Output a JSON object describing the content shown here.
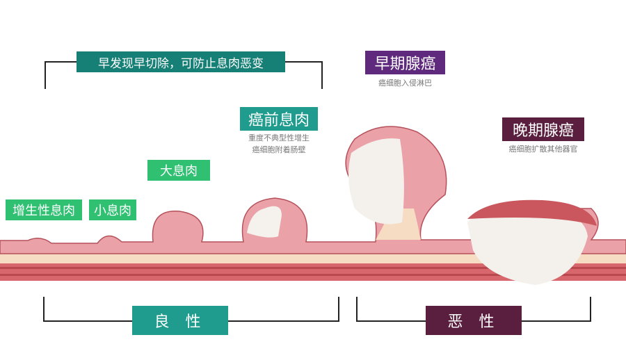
{
  "top_banner": "早发现早切除，可防止息肉恶变",
  "stages": [
    {
      "label": "增生性息肉"
    },
    {
      "label": "小息肉"
    },
    {
      "label": "大息肉"
    },
    {
      "label": "癌前息肉",
      "notes": [
        "重度不典型性增生",
        "癌细胞附着肠壁"
      ]
    },
    {
      "label": "早期腺癌",
      "notes": [
        "癌细胞入侵淋巴"
      ]
    },
    {
      "label": "晚期腺癌",
      "notes": [
        "癌细胞扩散其他器官"
      ]
    }
  ],
  "categories": {
    "benign": "良 性",
    "malignant": "恶 性"
  },
  "colors": {
    "green": "#2fc072",
    "teal": "#1f9c8d",
    "purple": "#5f2a7e",
    "plum": "#5a1e3e"
  }
}
